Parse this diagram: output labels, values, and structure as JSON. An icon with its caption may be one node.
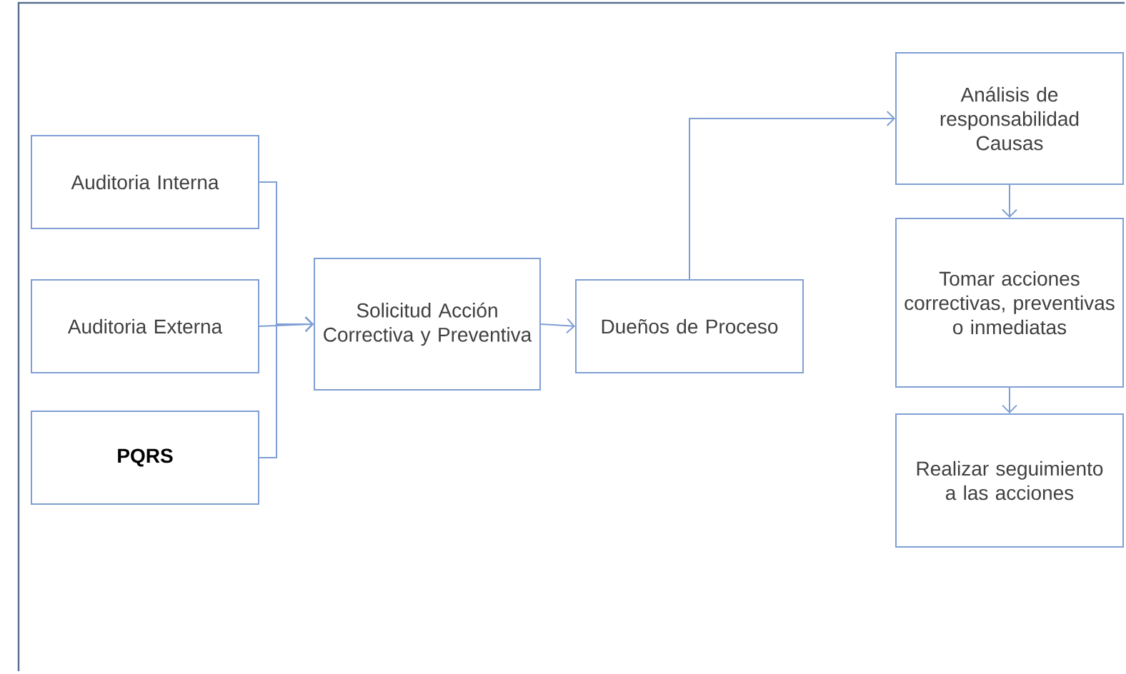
{
  "diagram": {
    "nodes": [
      {
        "text": [
          "Auditoria Interna"
        ]
      },
      {
        "text": [
          "Auditoria Externa"
        ]
      },
      {
        "text": [
          "PQRS"
        ]
      },
      {
        "text": [
          "Solicitud Acción Correctiva y Preventiva"
        ]
      },
      {
        "text": [
          "Dueños de Proceso"
        ]
      },
      {
        "text": [
          "Análisis de responsabilidad Causas"
        ]
      },
      {
        "text": [
          "Tomar acciones correctivas, preventivas o inmediatas"
        ]
      },
      {
        "text": [
          "Realizar seguimiento a las acciones"
        ]
      }
    ],
    "edges": [
      {
        "from": 0,
        "to": 3,
        "arrow": "to"
      },
      {
        "from": 1,
        "to": 3,
        "arrow": "to"
      },
      {
        "from": 2,
        "to": 3,
        "arrow": "to"
      },
      {
        "from": 3,
        "to": 4,
        "arrow": "to"
      },
      {
        "from": 4,
        "to": 5,
        "arrow": "to"
      },
      {
        "from": 5,
        "to": 6,
        "arrow": "to"
      },
      {
        "from": 6,
        "to": 7,
        "arrow": "to"
      }
    ]
  }
}
